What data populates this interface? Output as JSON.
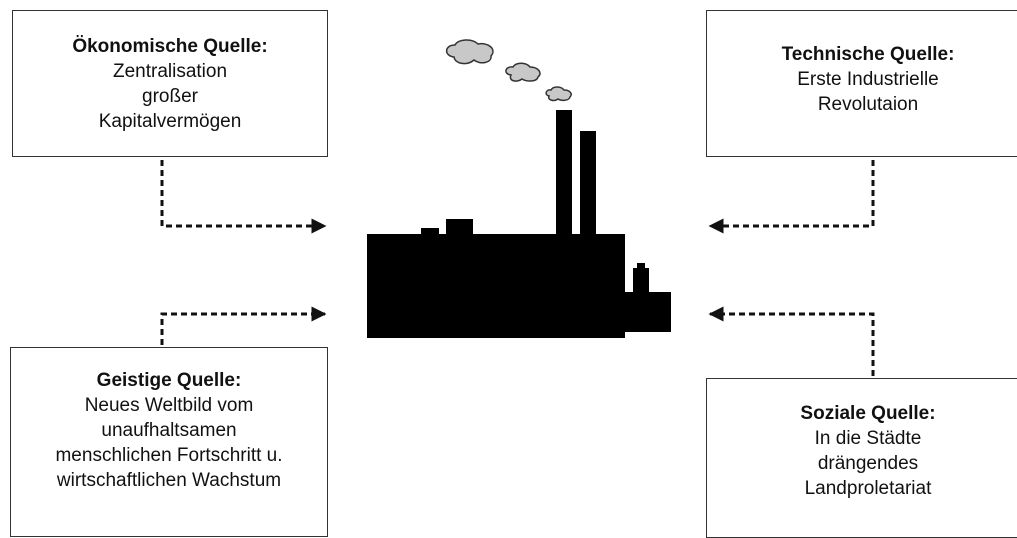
{
  "sources": {
    "economic": {
      "title": "Ökonomische Quelle:",
      "lines": [
        "Zentralisation",
        "großer",
        "Kapitalvermögen"
      ]
    },
    "technical": {
      "title": "Technische Quelle:",
      "lines": [
        "Erste Industrielle",
        "Revolutaion"
      ]
    },
    "intellectual": {
      "title": "Geistige Quelle:",
      "lines": [
        "Neues Weltbild vom",
        "unaufhaltsamen",
        "menschlichen Fortschritt u.",
        "wirtschaftlichen Wachstum"
      ]
    },
    "social": {
      "title": "Soziale Quelle:",
      "lines": [
        "In die Städte",
        "drängendes",
        "Landproletariat"
      ]
    }
  },
  "colors": {
    "factory": "#000000",
    "smoke_fill": "#c8c8c8",
    "smoke_stroke": "#333333",
    "connector": "#111111"
  },
  "icons": {
    "center": "factory-icon",
    "smoke": "smoke-cloud-icon"
  }
}
